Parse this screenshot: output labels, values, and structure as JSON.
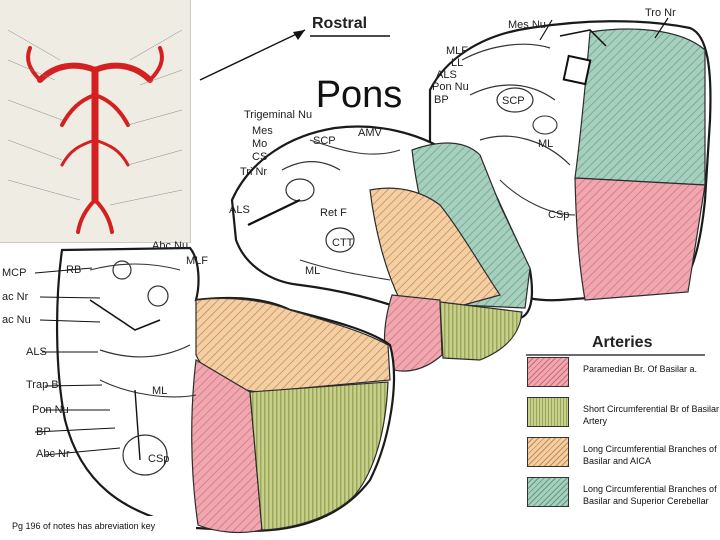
{
  "slide": {
    "title": "Pons",
    "footnote": "Pg 196 of notes has abreviation key"
  },
  "diagram": {
    "headings": {
      "rostral": "Rostral",
      "arteries": "Arteries"
    },
    "labels_top_section": [
      "Mes Nu",
      "Tro Nr",
      "MLF",
      "LL",
      "ALS",
      "Pon Nu",
      "BP",
      "SCP",
      "ML",
      "CSp"
    ],
    "labels_middle_section": [
      "Trigeminal Nu",
      "Mes",
      "Mo",
      "CS",
      "SCP",
      "AMV",
      "Tri Nr",
      "ALS",
      "Ret F",
      "CTT",
      "ML"
    ],
    "labels_bottom_section": [
      "Abc Nu",
      "MLF",
      "MCP",
      "RB",
      "ac Nr",
      "ac Nu",
      "ALS",
      "Trap B",
      "ML",
      "Pon Nu",
      "BP",
      "Abc Nr",
      "CSp"
    ]
  },
  "legend": {
    "items": [
      {
        "label": "Paramedian Br. Of Basilar a.",
        "color": "#f0a7b0"
      },
      {
        "label": "Short Circumferential Br of Basilar Artery",
        "color": "#c8cf8a"
      },
      {
        "label": "Long Circumferential Branches of Basilar and AICA",
        "color": "#f4cfa3"
      },
      {
        "label": "Long Circumferential Branches of Basilar and Superior Cerebellar",
        "color": "#a7cfbe"
      }
    ]
  },
  "colors": {
    "paramedian": "#f0a7b0",
    "short_circumferential": "#c8cf8a",
    "long_circumferential_aica": "#f4cfa3",
    "long_circumferential_sca": "#a7cfbe",
    "vessel_red": "#d42020"
  }
}
